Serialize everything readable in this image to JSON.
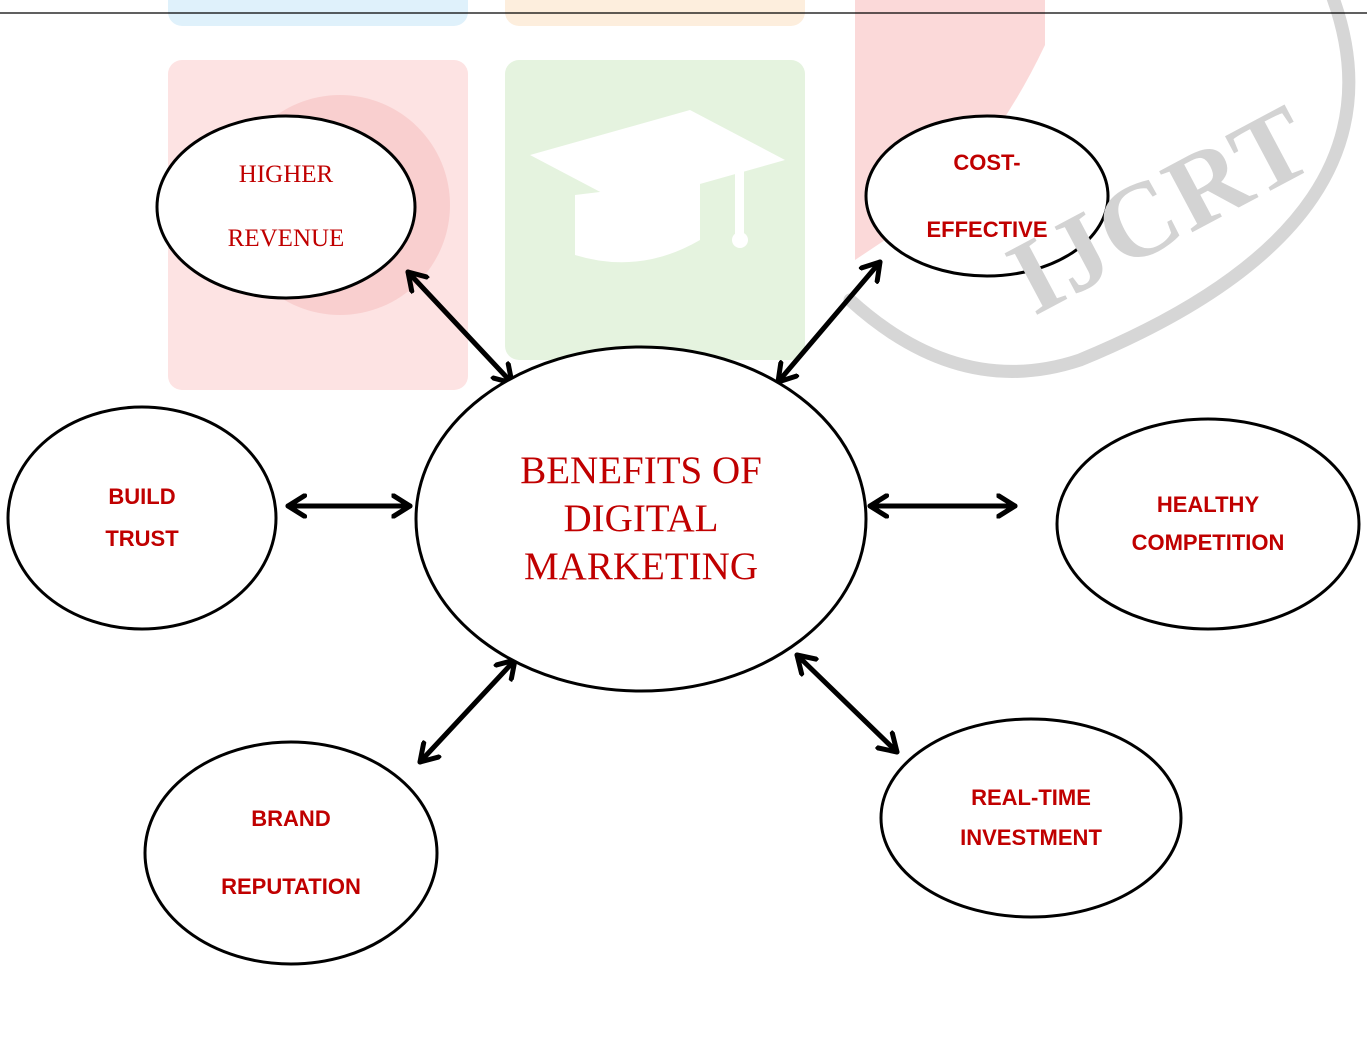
{
  "diagram": {
    "center": {
      "lines": [
        "BENEFITS OF",
        "DIGITAL",
        "MARKETING"
      ]
    },
    "nodes": [
      {
        "key": "higher_revenue",
        "lines": [
          "HIGHER",
          "REVENUE"
        ]
      },
      {
        "key": "cost_effective",
        "lines": [
          "COST-",
          "EFFECTIVE"
        ]
      },
      {
        "key": "build_trust",
        "lines": [
          "BUILD",
          "TRUST"
        ]
      },
      {
        "key": "healthy_competition",
        "lines": [
          "HEALTHY",
          "COMPETITION"
        ]
      },
      {
        "key": "brand_reputation",
        "lines": [
          "BRAND",
          "REPUTATION"
        ]
      },
      {
        "key": "real_time_investment",
        "lines": [
          "REAL-TIME",
          "INVESTMENT"
        ]
      }
    ],
    "watermark": {
      "text": "IJCRT"
    },
    "colors": {
      "label": "#c00000",
      "outline": "#000000",
      "watermark_text": "#d3d3d3",
      "tile_blue": "#dff1fb",
      "tile_orange": "#fdeedd",
      "tile_red": "#fde3e3",
      "tile_green": "#e5f3df",
      "tile_shield": "#fbd9d9"
    }
  }
}
